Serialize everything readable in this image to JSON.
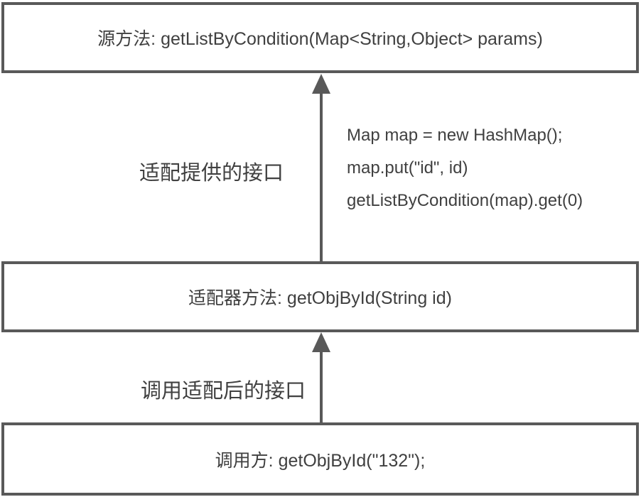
{
  "diagram": {
    "title_semantic": "adapter-pattern-flow",
    "boxes": {
      "source": {
        "label": "源方法: getListByCondition(Map<String,Object> params)"
      },
      "adapter": {
        "label": "适配器方法: getObjById(String id)"
      },
      "caller": {
        "label": "调用方: getObjById(\"132\");"
      }
    },
    "arrow_labels": {
      "top": "适配提供的接口",
      "bottom": "调用适配后的接口"
    },
    "code_lines": {
      "line1": "Map map = new HashMap();",
      "line2": "map.put(\"id\", id)",
      "line3": "getListByCondition(map).get(0)"
    },
    "colors": {
      "border": "#595959",
      "arrow": "#595959",
      "text": "#404040",
      "background": "#ffffff"
    }
  }
}
